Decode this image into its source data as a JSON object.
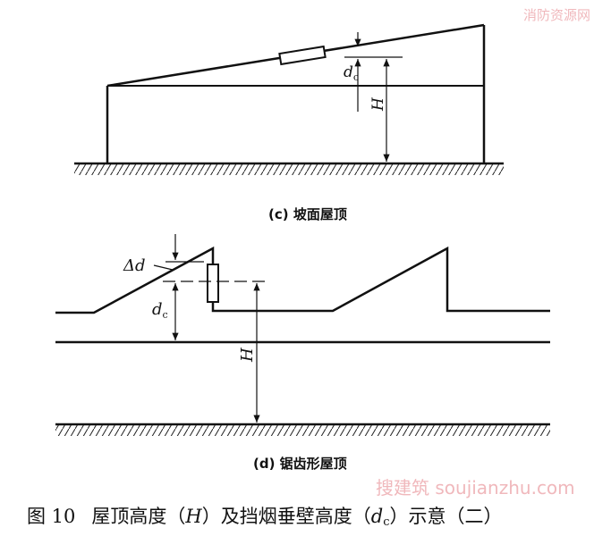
{
  "watermarks": {
    "top_right": "消防资源网",
    "center": "搜建筑 soujianzhu.com"
  },
  "diagram_c": {
    "caption": "(c) 坡面屋顶",
    "label_dc": "d",
    "label_dc_sub": "c",
    "label_H": "H"
  },
  "diagram_d": {
    "caption": "(d) 锯齿形屋顶",
    "label_delta_d": "Δd",
    "label_dc": "d",
    "label_dc_sub": "c",
    "label_H": "H"
  },
  "figure_caption": {
    "number": "图 10",
    "text_a": "屋顶高度（",
    "H": "H",
    "text_b": "）及挡烟垂壁高度（",
    "d": "d",
    "d_sub": "c",
    "text_c": "）示意（二）"
  }
}
